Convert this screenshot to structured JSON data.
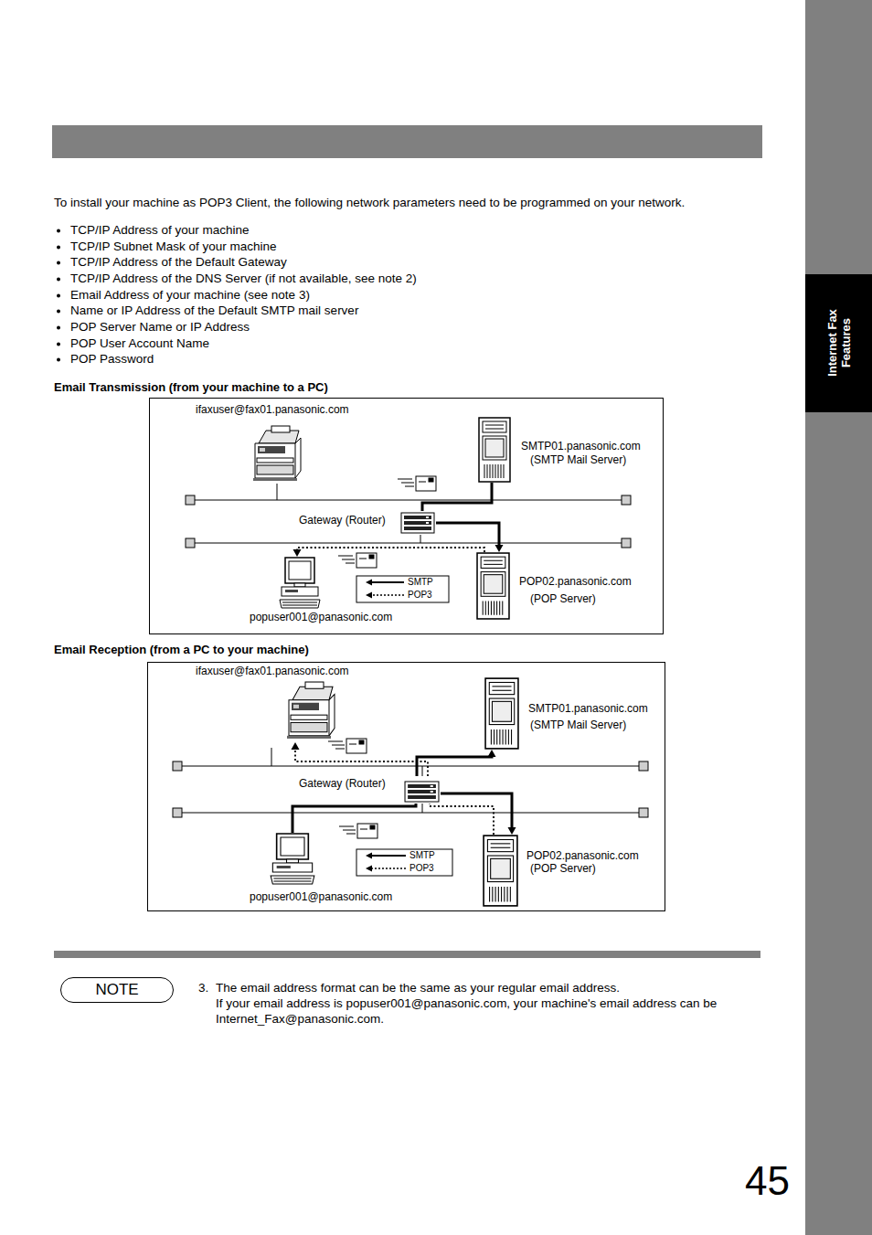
{
  "diagram": {
    "nodes": [
      {
        "text": [
          "Email Transmission (from your machine to a PC)"
        ]
      },
      {
        "text": [
          "ifaxuser@fax01.panasonic.com"
        ],
        "in": 0
      },
      {
        "text": [
          "SMTP01.panasonic.com",
          "(SMTP Mail Server)"
        ],
        "in": 0
      },
      {
        "text": [
          "Gateway (Router)"
        ],
        "in": 0
      },
      {
        "text": [
          "popuser001@panasonic.com"
        ],
        "in": 0
      },
      {
        "text": [
          "POP02.panasonic.com",
          "(POP Server)"
        ],
        "in": 0
      },
      {
        "text": [
          "Email Reception (from a PC to your machine)"
        ]
      },
      {
        "text": [
          "ifaxuser@fax01.panasonic.com"
        ],
        "in": 6
      },
      {
        "text": [
          "SMTP01.panasonic.com",
          "(SMTP Mail Server)"
        ],
        "in": 6
      },
      {
        "text": [
          "Gateway (Router)"
        ],
        "in": 6
      },
      {
        "text": [
          "popuser001@panasonic.com"
        ],
        "in": 6
      },
      {
        "text": [
          "POP02.panasonic.com",
          "(POP Server)"
        ],
        "in": 6
      },
      {
        "text": [
          "NOTE"
        ]
      }
    ],
    "edges": [
      {
        "from": 3,
        "to": 2,
        "arrow": "none"
      },
      {
        "from": 3,
        "to": 5,
        "arrow": "to"
      },
      {
        "from": 5,
        "to": 4,
        "arrow": "to"
      },
      {
        "from": 10,
        "to": 9,
        "arrow": "none"
      },
      {
        "from": 9,
        "to": 8,
        "arrow": "to"
      },
      {
        "from": 9,
        "to": 11,
        "arrow": "to"
      },
      {
        "from": 11,
        "to": 9,
        "arrow": "none"
      },
      {
        "from": 9,
        "to": 7,
        "arrow": "to"
      }
    ],
    "labels": [
      "To install your machine as POP3 Client, the following network parameters need to be programmed on your network.",
      "TCP/IP Address of your machine",
      "TCP/IP Subnet Mask of your machine",
      "TCP/IP Address of the Default Gateway",
      "TCP/IP Address of the DNS Server (if not available, see note 2)",
      "Email Address of your machine (see note 3)",
      "Name or IP Address of the Default SMTP mail server",
      "POP Server Name or IP Address",
      "POP User Account Name",
      "POP Password",
      "Internet Fax Features",
      "3.",
      "The email address format can be the same as your regular email address.",
      "If your email address is popuser001@panasonic.com, your machine's email address can be Internet_Fax@panasonic.com.",
      "45"
    ],
    "legend": [
      {
        "text": "SMTP"
      },
      {
        "text": "POP3"
      },
      {
        "text": "SMTP"
      },
      {
        "text": "POP3"
      }
    ]
  }
}
